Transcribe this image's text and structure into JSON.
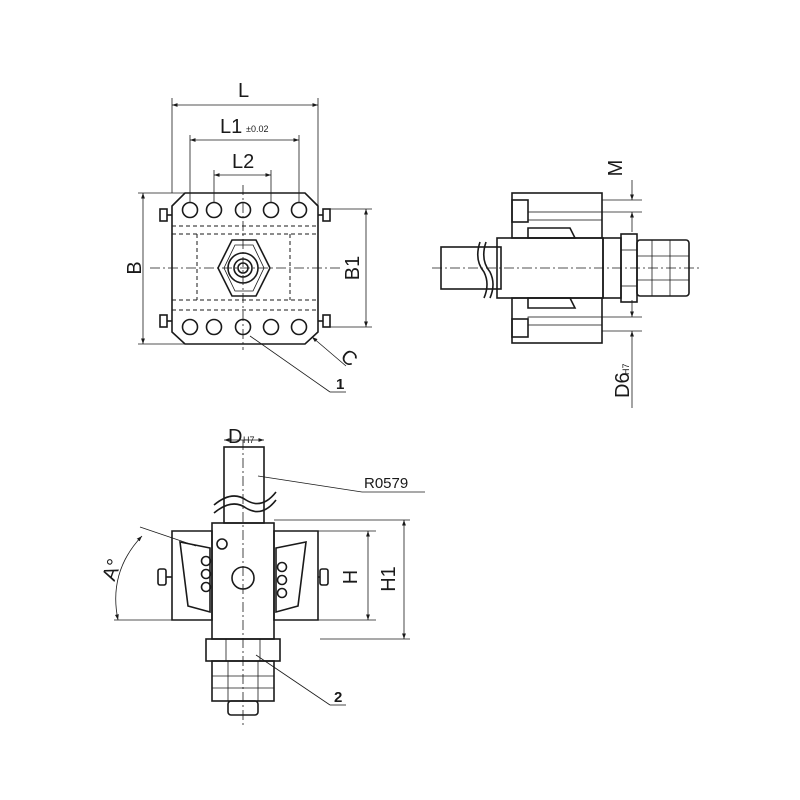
{
  "dimensions": {
    "L": "L",
    "L1": "L1",
    "L1_tolerance": "±0.02",
    "L2": "L2",
    "B": "B",
    "B1": "B1",
    "C": "C",
    "M": "M",
    "D6": "D6",
    "D6_tolerance": "H7",
    "D": "D",
    "D_tolerance": "H7",
    "A": "A°",
    "H": "H",
    "H1": "H1"
  },
  "callouts": {
    "item1": "1",
    "item2": "2",
    "part_number": "R0579"
  },
  "colors": {
    "line": "#1a1a1a",
    "background": "#ffffff"
  }
}
